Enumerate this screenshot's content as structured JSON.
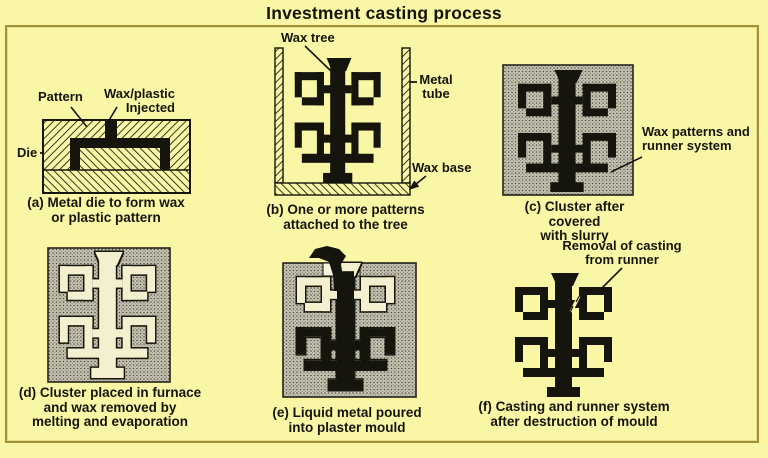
{
  "title": "Investment casting process",
  "colors": {
    "background": "#f9f6a5",
    "frame_border": "#a39134",
    "ink": "#15150d",
    "slurry_grey": "#c8c5b4",
    "cavity_fill": "#f4f0cf"
  },
  "panels": {
    "a": {
      "caption": [
        "(a) Metal die to form wax",
        "or plastic pattern"
      ],
      "labels": {
        "pattern": "Pattern",
        "wax_plastic": "Wax/plastic",
        "injected": "Injected",
        "die": "Die"
      }
    },
    "b": {
      "caption": [
        "(b) One or more patterns",
        "attached to the tree"
      ],
      "labels": {
        "wax_tree": "Wax tree",
        "metal": "Metal",
        "tube": "tube",
        "wax_base": "Wax base"
      }
    },
    "c": {
      "caption": [
        "(c) Cluster after covered",
        "with slurry"
      ],
      "labels": {
        "runner_line1": "Wax patterns and",
        "runner_line2": "runner system"
      }
    },
    "d": {
      "caption": [
        "(d) Cluster placed in furnace",
        "and wax removed by",
        "melting and evaporation"
      ]
    },
    "e": {
      "caption": [
        "(e) Liquid metal poured",
        "into plaster mould"
      ]
    },
    "f": {
      "caption": [
        "(f) Casting and runner system",
        "after destruction of mould"
      ],
      "labels": {
        "removal_line1": "Removal of casting",
        "removal_line2": "from runner"
      }
    }
  }
}
